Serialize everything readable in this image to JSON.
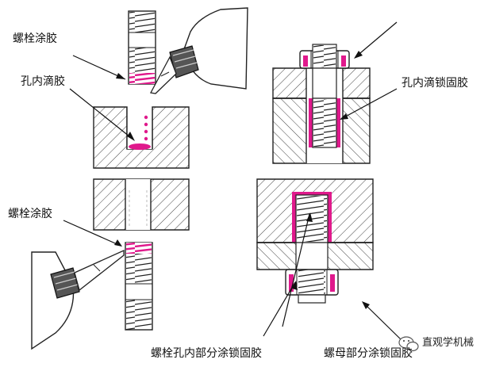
{
  "labels": {
    "bolt_coat_top": "螺栓涂胶",
    "hole_drip": "孔内滴胶",
    "hole_drip_lock": "孔内滴锁固胶",
    "bolt_coat_bottom": "螺栓涂胶",
    "bolt_hole_partial": "螺栓孔内部分涂锁固胶",
    "nut_partial": "螺母部分涂锁固胶"
  },
  "watermark": {
    "text": "直观学机械"
  },
  "colors": {
    "glue": "#e0198c",
    "line": "#1a1a1a",
    "background": "#ffffff",
    "gray_fill": "#e8e8e8",
    "hatch": "#444444"
  },
  "icons": {
    "watermark_icon": "wechat-icon"
  }
}
